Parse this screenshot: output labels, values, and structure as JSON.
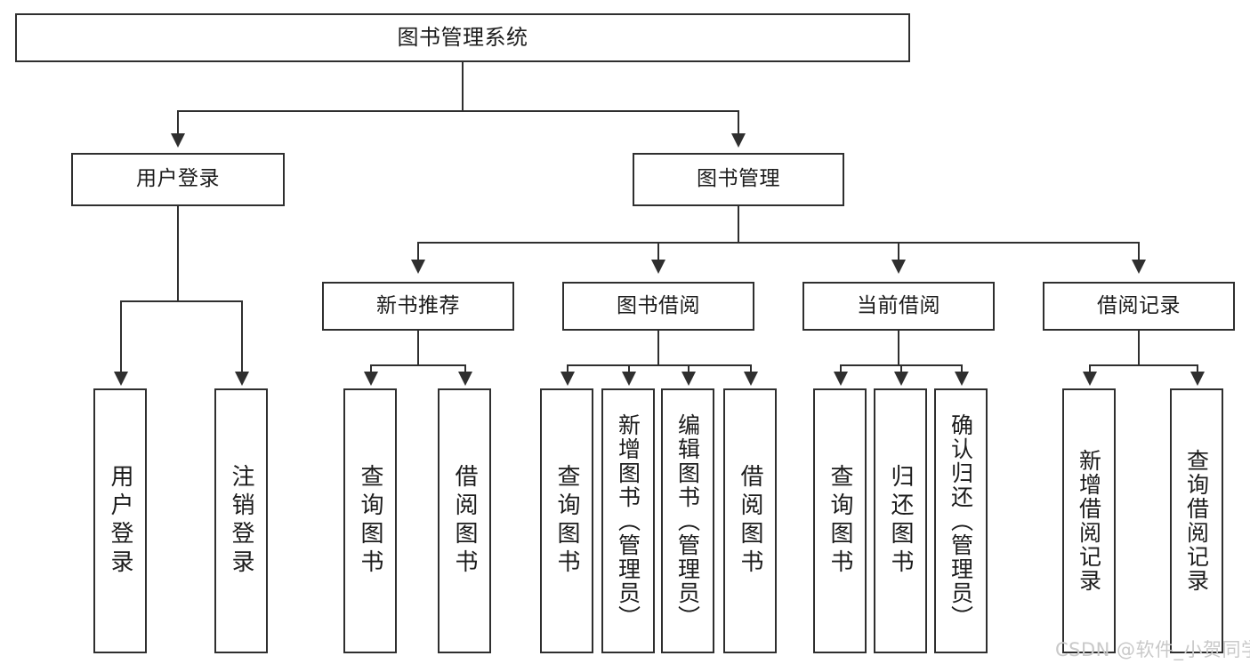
{
  "diagram": {
    "title": "图书管理系统",
    "type": "tree-hierarchy-diagram",
    "root": {
      "label": "图书管理系统"
    },
    "level1": [
      {
        "label": "用户登录"
      },
      {
        "label": "图书管理"
      }
    ],
    "level2": [
      {
        "label": "新书推荐"
      },
      {
        "label": "图书借阅"
      },
      {
        "label": "当前借阅"
      },
      {
        "label": "借阅记录"
      }
    ],
    "leaves": {
      "user_login": [
        {
          "label": "用户登录"
        },
        {
          "label": "注销登录"
        }
      ],
      "new_book_recommend": [
        {
          "label": "查询图书"
        },
        {
          "label": "借阅图书"
        }
      ],
      "book_borrow": [
        {
          "label": "查询图书"
        },
        {
          "label": "新增图书（管理员）"
        },
        {
          "label": "编辑图书（管理员）"
        },
        {
          "label": "借阅图书"
        }
      ],
      "current_borrow": [
        {
          "label": "查询图书"
        },
        {
          "label": "归还图书"
        },
        {
          "label": "确认归还（管理员）"
        }
      ],
      "borrow_record": [
        {
          "label": "新增借阅记录"
        },
        {
          "label": "查询借阅记录"
        }
      ]
    }
  },
  "watermark": {
    "text": "CSDN @软件_小贺同学"
  },
  "colors": {
    "stroke": "#2f2f2f",
    "background": "#ffffff",
    "text": "#1c1c1c",
    "watermark": "#c9c9c9"
  }
}
